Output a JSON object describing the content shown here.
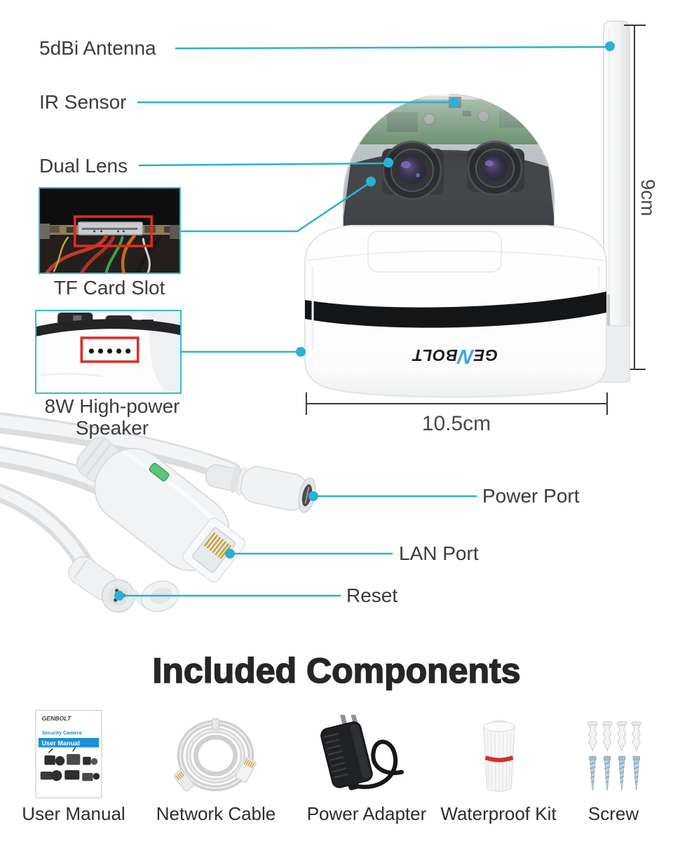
{
  "brand": {
    "full": "GENBOLT",
    "pre": "GE",
    "n": "N",
    "post": "BOLT"
  },
  "colors": {
    "accent": "#29b2d4",
    "highlight_red": "#e02b20",
    "banner_blue": "#1e8fd5"
  },
  "callout_labels": {
    "antenna": "5dBi Antenna",
    "ir_sensor": "IR Sensor",
    "dual_lens": "Dual Lens",
    "tf_card": "TF Card Slot",
    "speaker_line1": "8W High-power",
    "speaker_line2": "Speaker",
    "power_port": "Power Port",
    "lan_port": "LAN Port",
    "reset": "Reset"
  },
  "dimensions": {
    "height": "9cm",
    "width": "10.5cm"
  },
  "manual_cover": {
    "tagline": "Security Camera",
    "banner": "User Manual"
  },
  "included": {
    "title": "Included Components",
    "items": [
      {
        "name": "User Manual"
      },
      {
        "name": "Network Cable"
      },
      {
        "name": "Power Adapter"
      },
      {
        "name": "Waterproof Kit"
      },
      {
        "name": "Screw"
      }
    ]
  }
}
